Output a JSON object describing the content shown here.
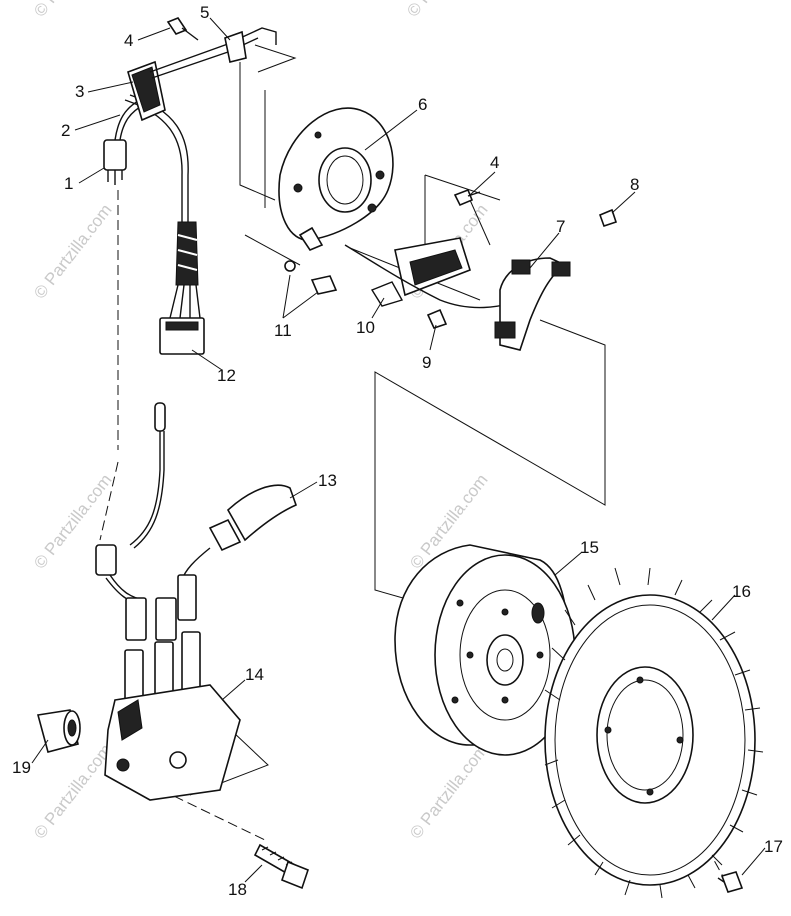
{
  "watermark": "© Partzilla.com",
  "callouts": {
    "c1": "1",
    "c2": "2",
    "c3": "3",
    "c4a": "4",
    "c4b": "4",
    "c5": "5",
    "c6": "6",
    "c7": "7",
    "c8": "8",
    "c9": "9",
    "c10": "10",
    "c11": "11",
    "c12": "12",
    "c13": "13",
    "c14": "14",
    "c15": "15",
    "c16": "16",
    "c17": "17",
    "c18": "18",
    "c19": "19"
  }
}
